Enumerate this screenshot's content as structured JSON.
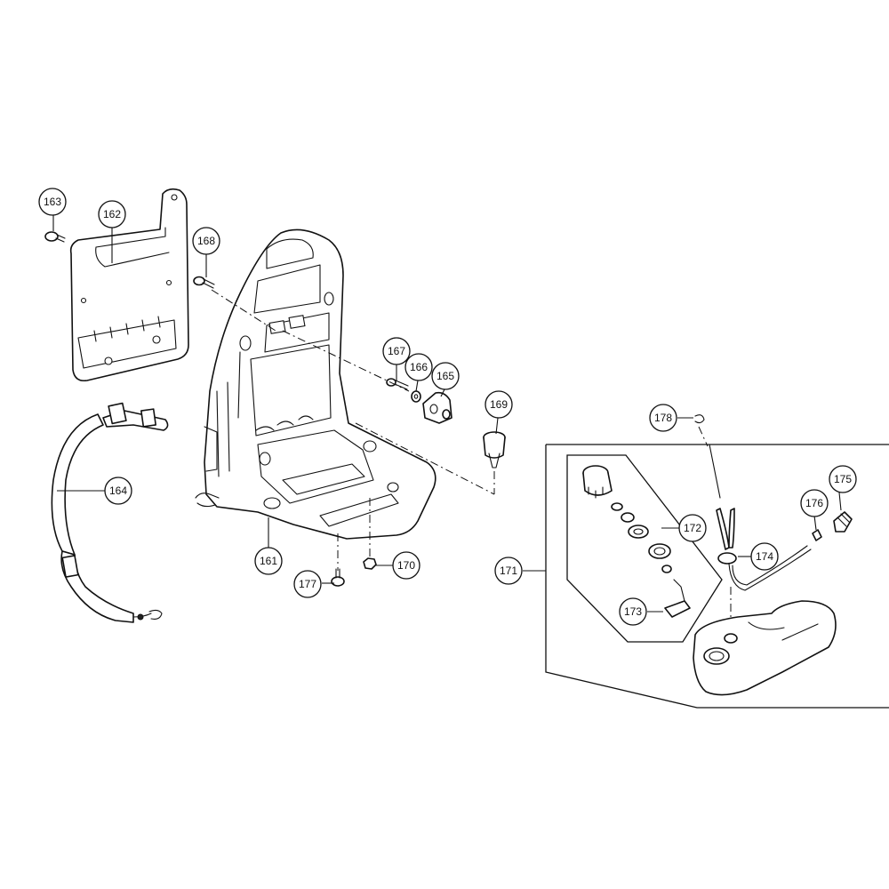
{
  "diagram": {
    "callouts": [
      {
        "id": "163",
        "label": "163"
      },
      {
        "id": "162",
        "label": "162"
      },
      {
        "id": "168",
        "label": "168"
      },
      {
        "id": "167",
        "label": "167"
      },
      {
        "id": "166",
        "label": "166"
      },
      {
        "id": "165",
        "label": "165"
      },
      {
        "id": "169",
        "label": "169"
      },
      {
        "id": "164",
        "label": "164"
      },
      {
        "id": "161",
        "label": "161"
      },
      {
        "id": "177",
        "label": "177"
      },
      {
        "id": "170",
        "label": "170"
      },
      {
        "id": "178",
        "label": "178"
      },
      {
        "id": "175",
        "label": "175"
      },
      {
        "id": "176",
        "label": "176"
      },
      {
        "id": "172",
        "label": "172"
      },
      {
        "id": "174",
        "label": "174"
      },
      {
        "id": "171",
        "label": "171"
      },
      {
        "id": "173",
        "label": "173"
      }
    ]
  }
}
